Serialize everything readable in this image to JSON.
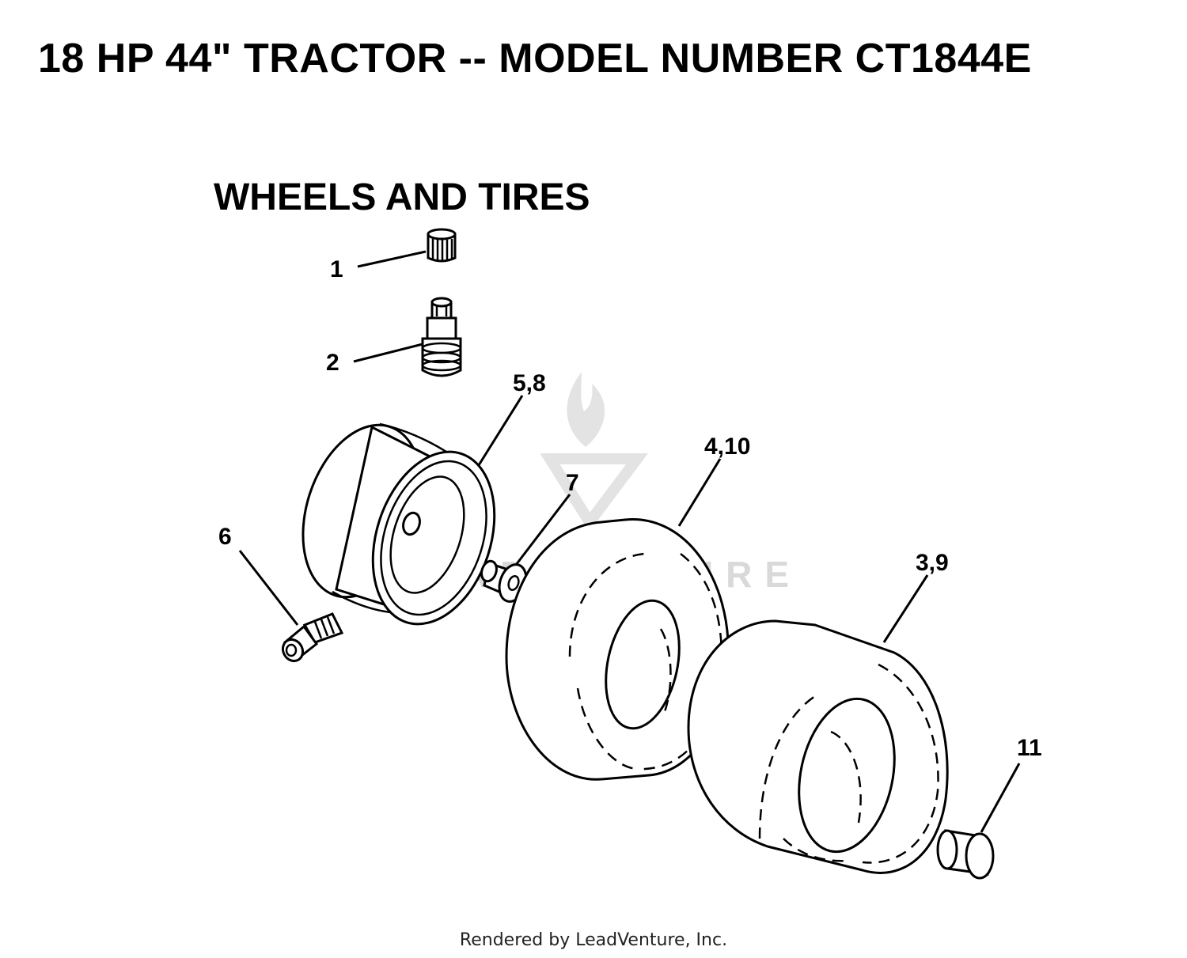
{
  "header": {
    "title": "18 HP 44\" TRACTOR -- MODEL NUMBER CT1844E"
  },
  "section": {
    "title": "WHEELS AND TIRES"
  },
  "callouts": [
    "1",
    "2",
    "5,8",
    "4,10",
    "7",
    "6",
    "3,9",
    "11"
  ],
  "watermark": {
    "text": "LEADVENTURE"
  },
  "footer": {
    "text": "Rendered by LeadVenture, Inc."
  }
}
